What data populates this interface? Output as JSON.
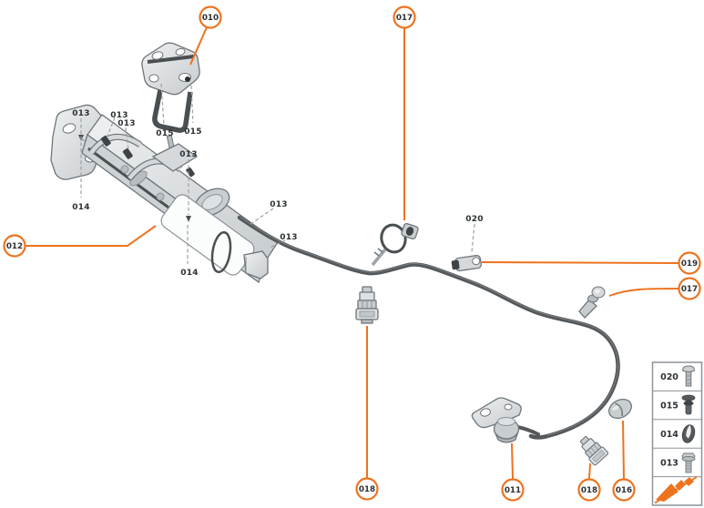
{
  "colors": {
    "accent_orange": "#ED731F",
    "leader_gray": "#9CA1A5",
    "cable_gray": "#54585B",
    "part_fill": "#DDE1E3",
    "part_stroke": "#6F7579",
    "label_text": "#2E3234",
    "legend_border": "#8D9398",
    "background": "#FFFFFF"
  },
  "callouts": [
    {
      "id": "010"
    },
    {
      "id": "017"
    },
    {
      "id": "012"
    },
    {
      "id": "019"
    },
    {
      "id": "017"
    },
    {
      "id": "018"
    },
    {
      "id": "011"
    },
    {
      "id": "018"
    },
    {
      "id": "016"
    }
  ],
  "part_labels": [
    {
      "text": "013"
    },
    {
      "text": "013"
    },
    {
      "text": "013"
    },
    {
      "text": "015"
    },
    {
      "text": "015"
    },
    {
      "text": "013"
    },
    {
      "text": "014"
    },
    {
      "text": "013"
    },
    {
      "text": "013"
    },
    {
      "text": "014"
    },
    {
      "text": "020"
    }
  ],
  "legend": {
    "rows": [
      {
        "id": "020",
        "icon": "pan-head-screw-icon"
      },
      {
        "id": "015",
        "icon": "rivet-icon"
      },
      {
        "id": "014",
        "icon": "clip-icon"
      },
      {
        "id": "013",
        "icon": "flange-bolt-icon"
      }
    ],
    "logo": "brand-arrow-logo"
  }
}
